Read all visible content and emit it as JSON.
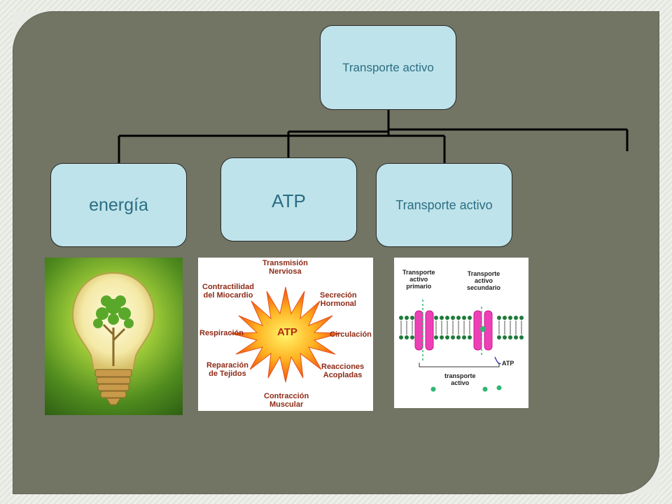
{
  "diagram": {
    "root": {
      "label": "Transporte activo"
    },
    "children": [
      {
        "label": "energía"
      },
      {
        "label": "ATP"
      },
      {
        "label": "Transporte activo"
      }
    ]
  },
  "atp_figure": {
    "center": "ATP",
    "labels": {
      "top": "Transmisión\nNerviosa",
      "top_left": "Contractilidad\ndel Miocardio",
      "top_right": "Secreción\nHormonal",
      "left": "Respiración",
      "right": "Circulación",
      "bottom_left": "Reparación\nde Tejidos",
      "bottom_right": "Reacciones\nAcopladas",
      "bottom": "Contracción\nMuscular"
    }
  },
  "membrane_figure": {
    "primary": "Transporte\nactivo\nprimario",
    "secondary": "Transporte\nactivo\nsecundario",
    "atp": "ATP",
    "bottom": "transporte\nactivo"
  },
  "colors": {
    "node_fill": "#bfe3ea",
    "node_text": "#2b6e84",
    "background": "#727464",
    "connector": "#000000"
  }
}
